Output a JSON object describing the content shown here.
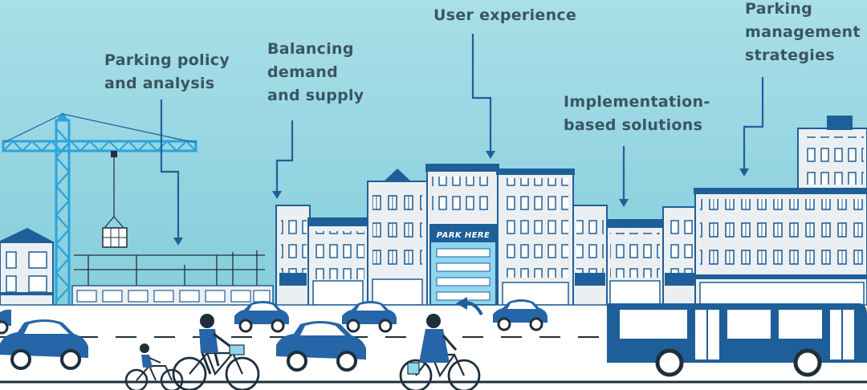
{
  "labels": {
    "parking_policy": [
      "Parking policy",
      "and analysis"
    ],
    "balancing": [
      "Balancing",
      "demand",
      "and supply"
    ],
    "user_experience": [
      "User experience"
    ],
    "implementation": [
      "Implementation-",
      "based solutions"
    ],
    "parking_management": [
      "Parking",
      "management",
      "strategies"
    ]
  },
  "park_sign": "PARK HERE",
  "colors": {
    "sky_top": "#a9dfe8",
    "label_text": "#3a5560",
    "dark_blue": "#1f5f99",
    "crane_blue": "#2aa4dc",
    "building_gray": "#eceff1",
    "road": "#ffffff"
  }
}
